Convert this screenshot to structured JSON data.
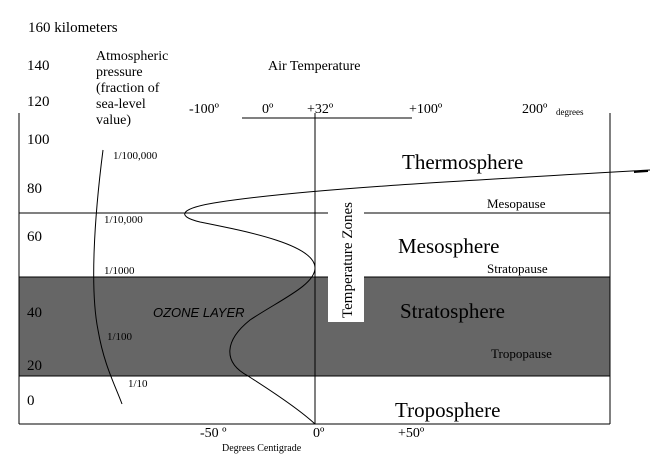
{
  "altitude": {
    "unit_label": "160 kilometers",
    "ticks": [
      "140",
      "120",
      "100",
      "80",
      "60",
      "40",
      "20",
      "0"
    ]
  },
  "pressure": {
    "title": [
      "Atmospheric",
      "pressure",
      "(fraction of",
      "sea-level",
      "value)"
    ],
    "labels": [
      "1/100,000",
      "1/10,000",
      "1/1000",
      "1/100",
      "1/10"
    ]
  },
  "air_temperature": {
    "title": "Air Temperature",
    "fahrenheit": [
      "-100º",
      "0º",
      "+32º",
      "+100º",
      "200º"
    ],
    "fahrenheit_unit": "degrees",
    "centigrade": [
      "-50 º",
      "0º",
      "+50º"
    ],
    "centigrade_label": "Degrees Centigrade"
  },
  "zones_label": "Temperature Zones",
  "zones": [
    "Thermosphere",
    "Mesosphere",
    "Stratosphere",
    "Troposphere"
  ],
  "boundaries": [
    "Mesopause",
    "Stratopause",
    "Tropopause"
  ],
  "ozone_label": "OZONE LAYER",
  "colors": {
    "stratosphere_band": "#666666",
    "line": "#000000",
    "background": "#ffffff"
  }
}
